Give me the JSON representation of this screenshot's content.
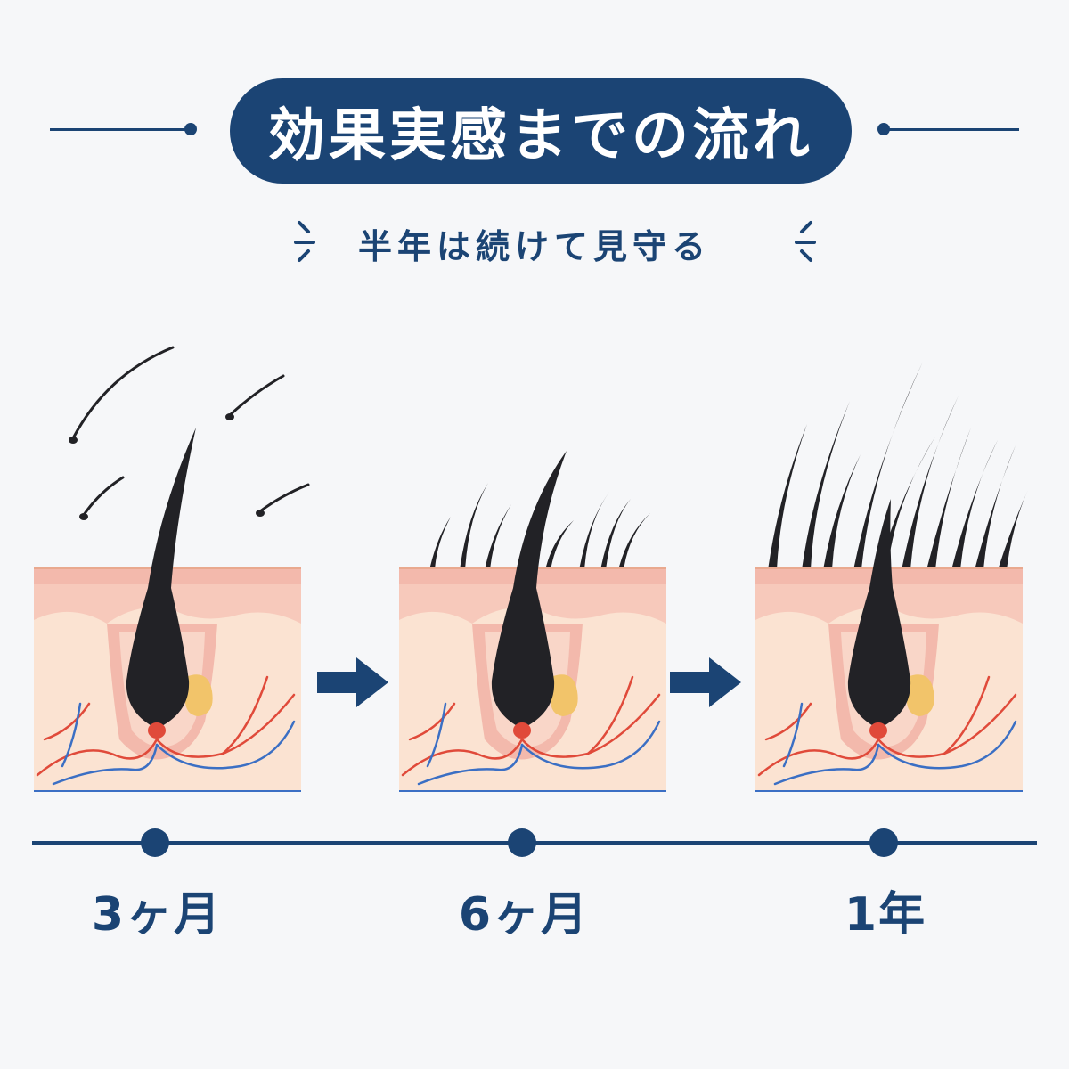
{
  "header": {
    "title": "効果実感までの流れ",
    "subtitle": "半年は続けて見守る"
  },
  "stages": [
    {
      "label": "3ヶ月",
      "hair_density": "few"
    },
    {
      "label": "6ヶ月",
      "hair_density": "more"
    },
    {
      "label": "1年",
      "hair_density": "many"
    }
  ],
  "colors": {
    "navy": "#1b4474",
    "skin_light": "#fbe3d2",
    "skin_pink": "#f3b9ac",
    "hair": "#222226",
    "gland": "#f2c46a",
    "artery": "#e04a3a",
    "vein": "#3b6fc4"
  }
}
